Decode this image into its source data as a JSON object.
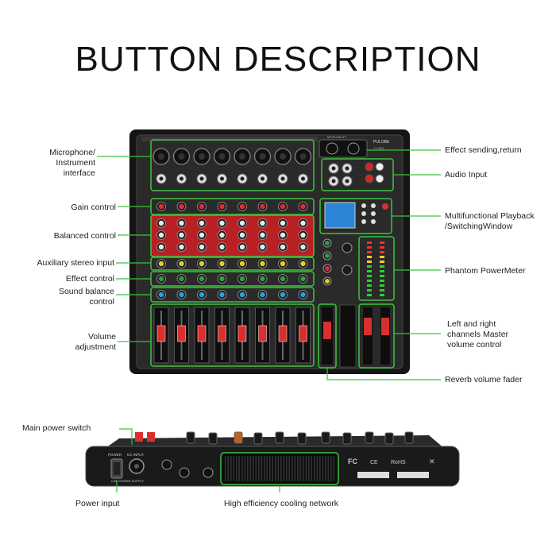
{
  "title": "BUTTON DESCRIPTION",
  "colors": {
    "accent": "#3cc43c",
    "panel": "#1c1c1c",
    "knob_red": "#c0282a",
    "fader_red": "#d8302e"
  },
  "product": {
    "brand": "PULOBE",
    "model": "CT-80S",
    "header_text": "MP3/USB BT",
    "bottom_labels": [
      "POWER",
      "DC INPUT",
      "USE POWER SUPPLY"
    ]
  },
  "left_labels": {
    "mic_line1": "Microphone/",
    "mic_line2": "Instrument",
    "mic_line3": "interface",
    "gain": "Gain control",
    "balanced": "Balanced control",
    "aux": "Auxiliary stereo input",
    "effect": "Effect control",
    "sound1": "Sound balance",
    "sound2": "control",
    "volume1": "Volume",
    "volume2": "adjustment"
  },
  "right_labels": {
    "effect_send": "Effect sending,return",
    "audio_input": "Audio Input",
    "multi1": "Multifunctional Playback",
    "multi2": "/SwitchingWindow",
    "phantom": "Phantom PowerMeter",
    "lr1": "Left and right",
    "lr2": "channels Master",
    "lr3": "volume control",
    "reverb": "Reverb volume fader"
  },
  "bottom_view_labels": {
    "main_power": "Main power switch",
    "power_input": "Power input",
    "cooling": "High efficiency cooling network"
  }
}
